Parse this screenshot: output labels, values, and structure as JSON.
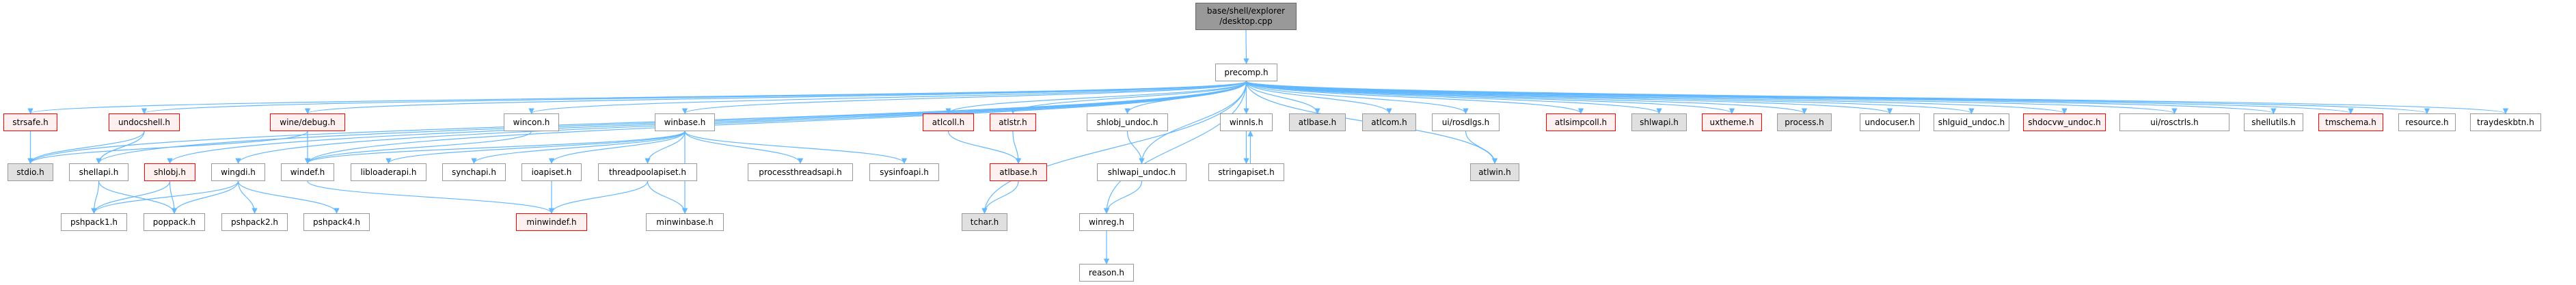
{
  "title": "base/shell/explorer/desktop.cpp include graph",
  "colors": {
    "edge": "#63b8ff",
    "external_fill": "#e0e0e0",
    "missing_border": "#ff0000",
    "missing_fill": "#fff0f0",
    "root_fill": "#999999"
  },
  "nodes": [
    {
      "id": "root",
      "label": "base/shell/explorer\n/desktop.cpp",
      "style": "root"
    },
    {
      "id": "precomp",
      "label": "precomp.h",
      "style": "normal"
    },
    {
      "id": "strsafe",
      "label": "strsafe.h",
      "style": "red"
    },
    {
      "id": "undocshell",
      "label": "undocshell.h",
      "style": "red"
    },
    {
      "id": "winedebug",
      "label": "wine/debug.h",
      "style": "red"
    },
    {
      "id": "wincon",
      "label": "wincon.h",
      "style": "normal"
    },
    {
      "id": "winbase",
      "label": "winbase.h",
      "style": "normal"
    },
    {
      "id": "atlcoll",
      "label": "atlcoll.h",
      "style": "red"
    },
    {
      "id": "atlstr",
      "label": "atlstr.h",
      "style": "red"
    },
    {
      "id": "shlobj_undoc",
      "label": "shlobj_undoc.h",
      "style": "normal"
    },
    {
      "id": "winnls",
      "label": "winnls.h",
      "style": "normal"
    },
    {
      "id": "atlbase_g",
      "label": "atlbase.h",
      "style": "grey"
    },
    {
      "id": "atlcom",
      "label": "atlcom.h",
      "style": "grey"
    },
    {
      "id": "rosdlgs",
      "label": "ui/rosdlgs.h",
      "style": "normal"
    },
    {
      "id": "atlsimpcoll",
      "label": "atlsimpcoll.h",
      "style": "red"
    },
    {
      "id": "shlwapi",
      "label": "shlwapi.h",
      "style": "grey"
    },
    {
      "id": "uxtheme",
      "label": "uxtheme.h",
      "style": "red"
    },
    {
      "id": "process",
      "label": "process.h",
      "style": "grey"
    },
    {
      "id": "undocuser",
      "label": "undocuser.h",
      "style": "normal"
    },
    {
      "id": "shlguid_undoc",
      "label": "shlguid_undoc.h",
      "style": "normal"
    },
    {
      "id": "shdocvw_undoc",
      "label": "shdocvw_undoc.h",
      "style": "red"
    },
    {
      "id": "rosctrls",
      "label": "ui/rosctrls.h",
      "style": "normal"
    },
    {
      "id": "shellutils",
      "label": "shellutils.h",
      "style": "normal"
    },
    {
      "id": "tmschema",
      "label": "tmschema.h",
      "style": "red"
    },
    {
      "id": "resource",
      "label": "resource.h",
      "style": "normal"
    },
    {
      "id": "traydeskbtn",
      "label": "traydeskbtn.h",
      "style": "normal"
    },
    {
      "id": "stdio",
      "label": "stdio.h",
      "style": "grey"
    },
    {
      "id": "shellapi",
      "label": "shellapi.h",
      "style": "normal"
    },
    {
      "id": "shlobj",
      "label": "shlobj.h",
      "style": "red"
    },
    {
      "id": "wingdi",
      "label": "wingdi.h",
      "style": "normal"
    },
    {
      "id": "windef",
      "label": "windef.h",
      "style": "normal"
    },
    {
      "id": "libloaderapi",
      "label": "libloaderapi.h",
      "style": "normal"
    },
    {
      "id": "synchapi",
      "label": "synchapi.h",
      "style": "normal"
    },
    {
      "id": "ioapiset",
      "label": "ioapiset.h",
      "style": "normal"
    },
    {
      "id": "threadpoolapiset",
      "label": "threadpoolapiset.h",
      "style": "normal"
    },
    {
      "id": "processthreadsapi",
      "label": "processthreadsapi.h",
      "style": "normal"
    },
    {
      "id": "sysinfoapi",
      "label": "sysinfoapi.h",
      "style": "normal"
    },
    {
      "id": "atlbase_r",
      "label": "atlbase.h",
      "style": "red"
    },
    {
      "id": "shlwapi_undoc",
      "label": "shlwapi_undoc.h",
      "style": "normal"
    },
    {
      "id": "stringapiset",
      "label": "stringapiset.h",
      "style": "normal"
    },
    {
      "id": "atlwin",
      "label": "atlwin.h",
      "style": "grey"
    },
    {
      "id": "pshpack1",
      "label": "pshpack1.h",
      "style": "normal"
    },
    {
      "id": "poppack",
      "label": "poppack.h",
      "style": "normal"
    },
    {
      "id": "pshpack2",
      "label": "pshpack2.h",
      "style": "normal"
    },
    {
      "id": "pshpack4",
      "label": "pshpack4.h",
      "style": "normal"
    },
    {
      "id": "minwindef",
      "label": "minwindef.h",
      "style": "red"
    },
    {
      "id": "minwinbase",
      "label": "minwinbase.h",
      "style": "normal"
    },
    {
      "id": "tchar",
      "label": "tchar.h",
      "style": "grey"
    },
    {
      "id": "winreg",
      "label": "winreg.h",
      "style": "normal"
    },
    {
      "id": "reason",
      "label": "reason.h",
      "style": "normal"
    }
  ],
  "edges": [
    [
      "root",
      "precomp"
    ],
    [
      "precomp",
      "strsafe"
    ],
    [
      "precomp",
      "undocshell"
    ],
    [
      "precomp",
      "winedebug"
    ],
    [
      "precomp",
      "wincon"
    ],
    [
      "precomp",
      "winbase"
    ],
    [
      "precomp",
      "atlcoll"
    ],
    [
      "precomp",
      "atlstr"
    ],
    [
      "precomp",
      "shlobj_undoc"
    ],
    [
      "precomp",
      "winnls"
    ],
    [
      "precomp",
      "atlbase_g"
    ],
    [
      "precomp",
      "atlcom"
    ],
    [
      "precomp",
      "rosdlgs"
    ],
    [
      "precomp",
      "atlsimpcoll"
    ],
    [
      "precomp",
      "shlwapi"
    ],
    [
      "precomp",
      "uxtheme"
    ],
    [
      "precomp",
      "process"
    ],
    [
      "precomp",
      "undocuser"
    ],
    [
      "precomp",
      "shlguid_undoc"
    ],
    [
      "precomp",
      "shdocvw_undoc"
    ],
    [
      "precomp",
      "rosctrls"
    ],
    [
      "precomp",
      "shellutils"
    ],
    [
      "precomp",
      "tmschema"
    ],
    [
      "precomp",
      "resource"
    ],
    [
      "precomp",
      "traydeskbtn"
    ],
    [
      "precomp",
      "stdio"
    ],
    [
      "precomp",
      "shellapi"
    ],
    [
      "precomp",
      "shlobj"
    ],
    [
      "precomp",
      "wingdi"
    ],
    [
      "precomp",
      "windef"
    ],
    [
      "precomp",
      "tchar"
    ],
    [
      "precomp",
      "winreg"
    ],
    [
      "precomp",
      "shlwapi_undoc"
    ],
    [
      "precomp",
      "atlwin"
    ],
    [
      "strsafe",
      "stdio"
    ],
    [
      "undocshell",
      "stdio"
    ],
    [
      "undocshell",
      "shellapi"
    ],
    [
      "winedebug",
      "stdio"
    ],
    [
      "winedebug",
      "windef"
    ],
    [
      "wincon",
      "windef"
    ],
    [
      "winbase",
      "windef"
    ],
    [
      "winbase",
      "libloaderapi"
    ],
    [
      "winbase",
      "synchapi"
    ],
    [
      "winbase",
      "ioapiset"
    ],
    [
      "winbase",
      "threadpoolapiset"
    ],
    [
      "winbase",
      "processthreadsapi"
    ],
    [
      "winbase",
      "sysinfoapi"
    ],
    [
      "winbase",
      "minwinbase"
    ],
    [
      "atlcoll",
      "atlbase_r"
    ],
    [
      "atlstr",
      "atlbase_r"
    ],
    [
      "atlbase_r",
      "tchar"
    ],
    [
      "shlobj_undoc",
      "shlwapi_undoc"
    ],
    [
      "shlwapi_undoc",
      "winreg"
    ],
    [
      "winreg",
      "reason"
    ],
    [
      "winnls",
      "stringapiset"
    ],
    [
      "stringapiset",
      "winnls"
    ],
    [
      "rosdlgs",
      "atlwin"
    ],
    [
      "shellapi",
      "pshpack1"
    ],
    [
      "shellapi",
      "poppack"
    ],
    [
      "shlobj",
      "pshpack1"
    ],
    [
      "shlobj",
      "poppack"
    ],
    [
      "wingdi",
      "pshpack1"
    ],
    [
      "wingdi",
      "poppack"
    ],
    [
      "wingdi",
      "pshpack2"
    ],
    [
      "wingdi",
      "pshpack4"
    ],
    [
      "windef",
      "minwindef"
    ],
    [
      "ioapiset",
      "minwindef"
    ],
    [
      "threadpoolapiset",
      "minwindef"
    ],
    [
      "threadpoolapiset",
      "minwinbase"
    ]
  ]
}
